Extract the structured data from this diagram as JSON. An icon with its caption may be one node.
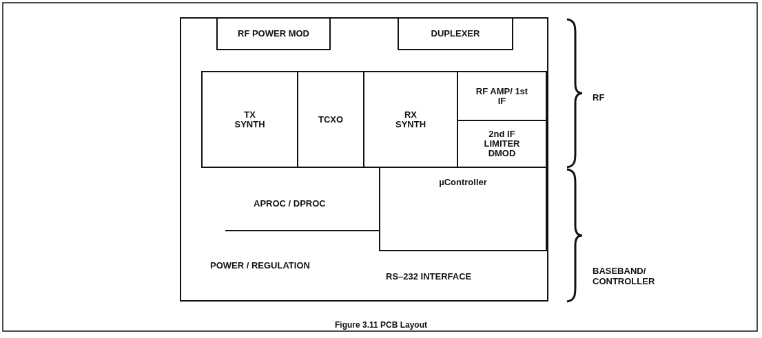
{
  "diagram": {
    "caption": "Figure 3.11 PCB Layout",
    "nodes": [
      {
        "text": [],
        "shape": "box"
      },
      {
        "text": [
          "RF POWER MOD"
        ],
        "in": 0
      },
      {
        "text": [
          "DUPLEXER"
        ],
        "in": 0
      },
      {
        "text": [
          "TX SYNTH"
        ],
        "in": 0
      },
      {
        "text": [
          "TCXO"
        ],
        "in": 0
      },
      {
        "text": [
          "RX SYNTH"
        ],
        "in": 0
      },
      {
        "text": [
          "RF AMP/ 1st IF"
        ],
        "in": 0
      },
      {
        "text": [
          "2nd IF LIMITER DMOD"
        ],
        "in": 0
      },
      {
        "text": [
          "µController"
        ],
        "in": 0
      }
    ],
    "labels": [
      "RF",
      "APROC / DPROC",
      "BASEBAND/ CONTROLLER",
      "POWER / REGULATION",
      "RS–232 INTERFACE"
    ]
  }
}
